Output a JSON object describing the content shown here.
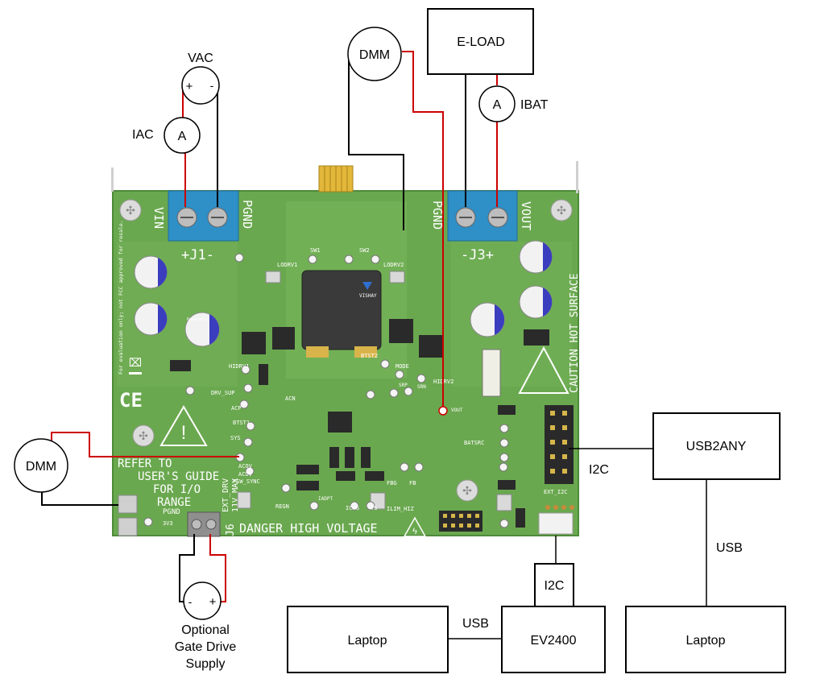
{
  "instruments": {
    "vac": "VAC",
    "iac": "IAC",
    "ibat": "IBAT",
    "ammeter_symbol": "A",
    "dmm_top": "DMM",
    "dmm_left": "DMM",
    "eload": "E-LOAD",
    "usb2any": "USB2ANY",
    "ev2400": "EV2400",
    "laptop_left": "Laptop",
    "laptop_right": "Laptop",
    "gate_supply_line1": "Optional",
    "gate_supply_line2": "Gate Drive",
    "gate_supply_line3": "Supply",
    "plus": "+",
    "minus": "-"
  },
  "links": {
    "i2c_usb2any": "I2C",
    "i2c_ev2400": "I2C",
    "usb_ev2400": "USB",
    "usb_usb2any": "USB"
  },
  "board": {
    "vin": "VIN",
    "pgnd_left": "PGND",
    "j1": "+J1-",
    "pgnd_right": "PGND",
    "vout": "VOUT",
    "j3": "-J3+",
    "caution": "CAUTION HOT SURFACE",
    "refer_line1": "REFER TO",
    "refer_line2": "USER'S GUIDE",
    "refer_line3": "FOR I/O",
    "refer_line4": "RANGE",
    "danger": "DANGER HIGH VOLTAGE",
    "j6": "J6",
    "pgnd_bottom": "PGND",
    "ext_drv": "EXT_DRV",
    "vdd_max": "11V_MAX",
    "ce": "CE",
    "disclaimer": "For evaluation only; not FCC approved for resale.",
    "vout_tp": "VOUT",
    "hidrv1": "HIDRV1",
    "hidrv2": "HIDRV2",
    "bst2": "BTST2",
    "ldrv1": "LODRV1",
    "ldrv2": "LODRV2",
    "sw1": "SW1",
    "sw2": "SW2",
    "drv_sup": "DRV_SUP",
    "acp": "ACP",
    "acn": "ACN",
    "sys": "SYS",
    "btst1": "BTST1",
    "batsrc": "BATSRC",
    "acov": "ACOV",
    "acuv": "ACUV",
    "fsw_sync": "FSW_SYNC",
    "regn": "REGN",
    "ichg": "ICHG",
    "iadpt": "IADPT",
    "ilim_hiz": "ILIM_HIZ",
    "ts": "TS",
    "fbg": "FBG",
    "fb": "FB",
    "ext_i2c": "EXT_I2C",
    "mode": "MODE",
    "srp": "SRP",
    "srn": "SRN",
    "vishay": "VISHAY",
    "v3v3": "3V3",
    "cap_brand": "Panasonic"
  }
}
